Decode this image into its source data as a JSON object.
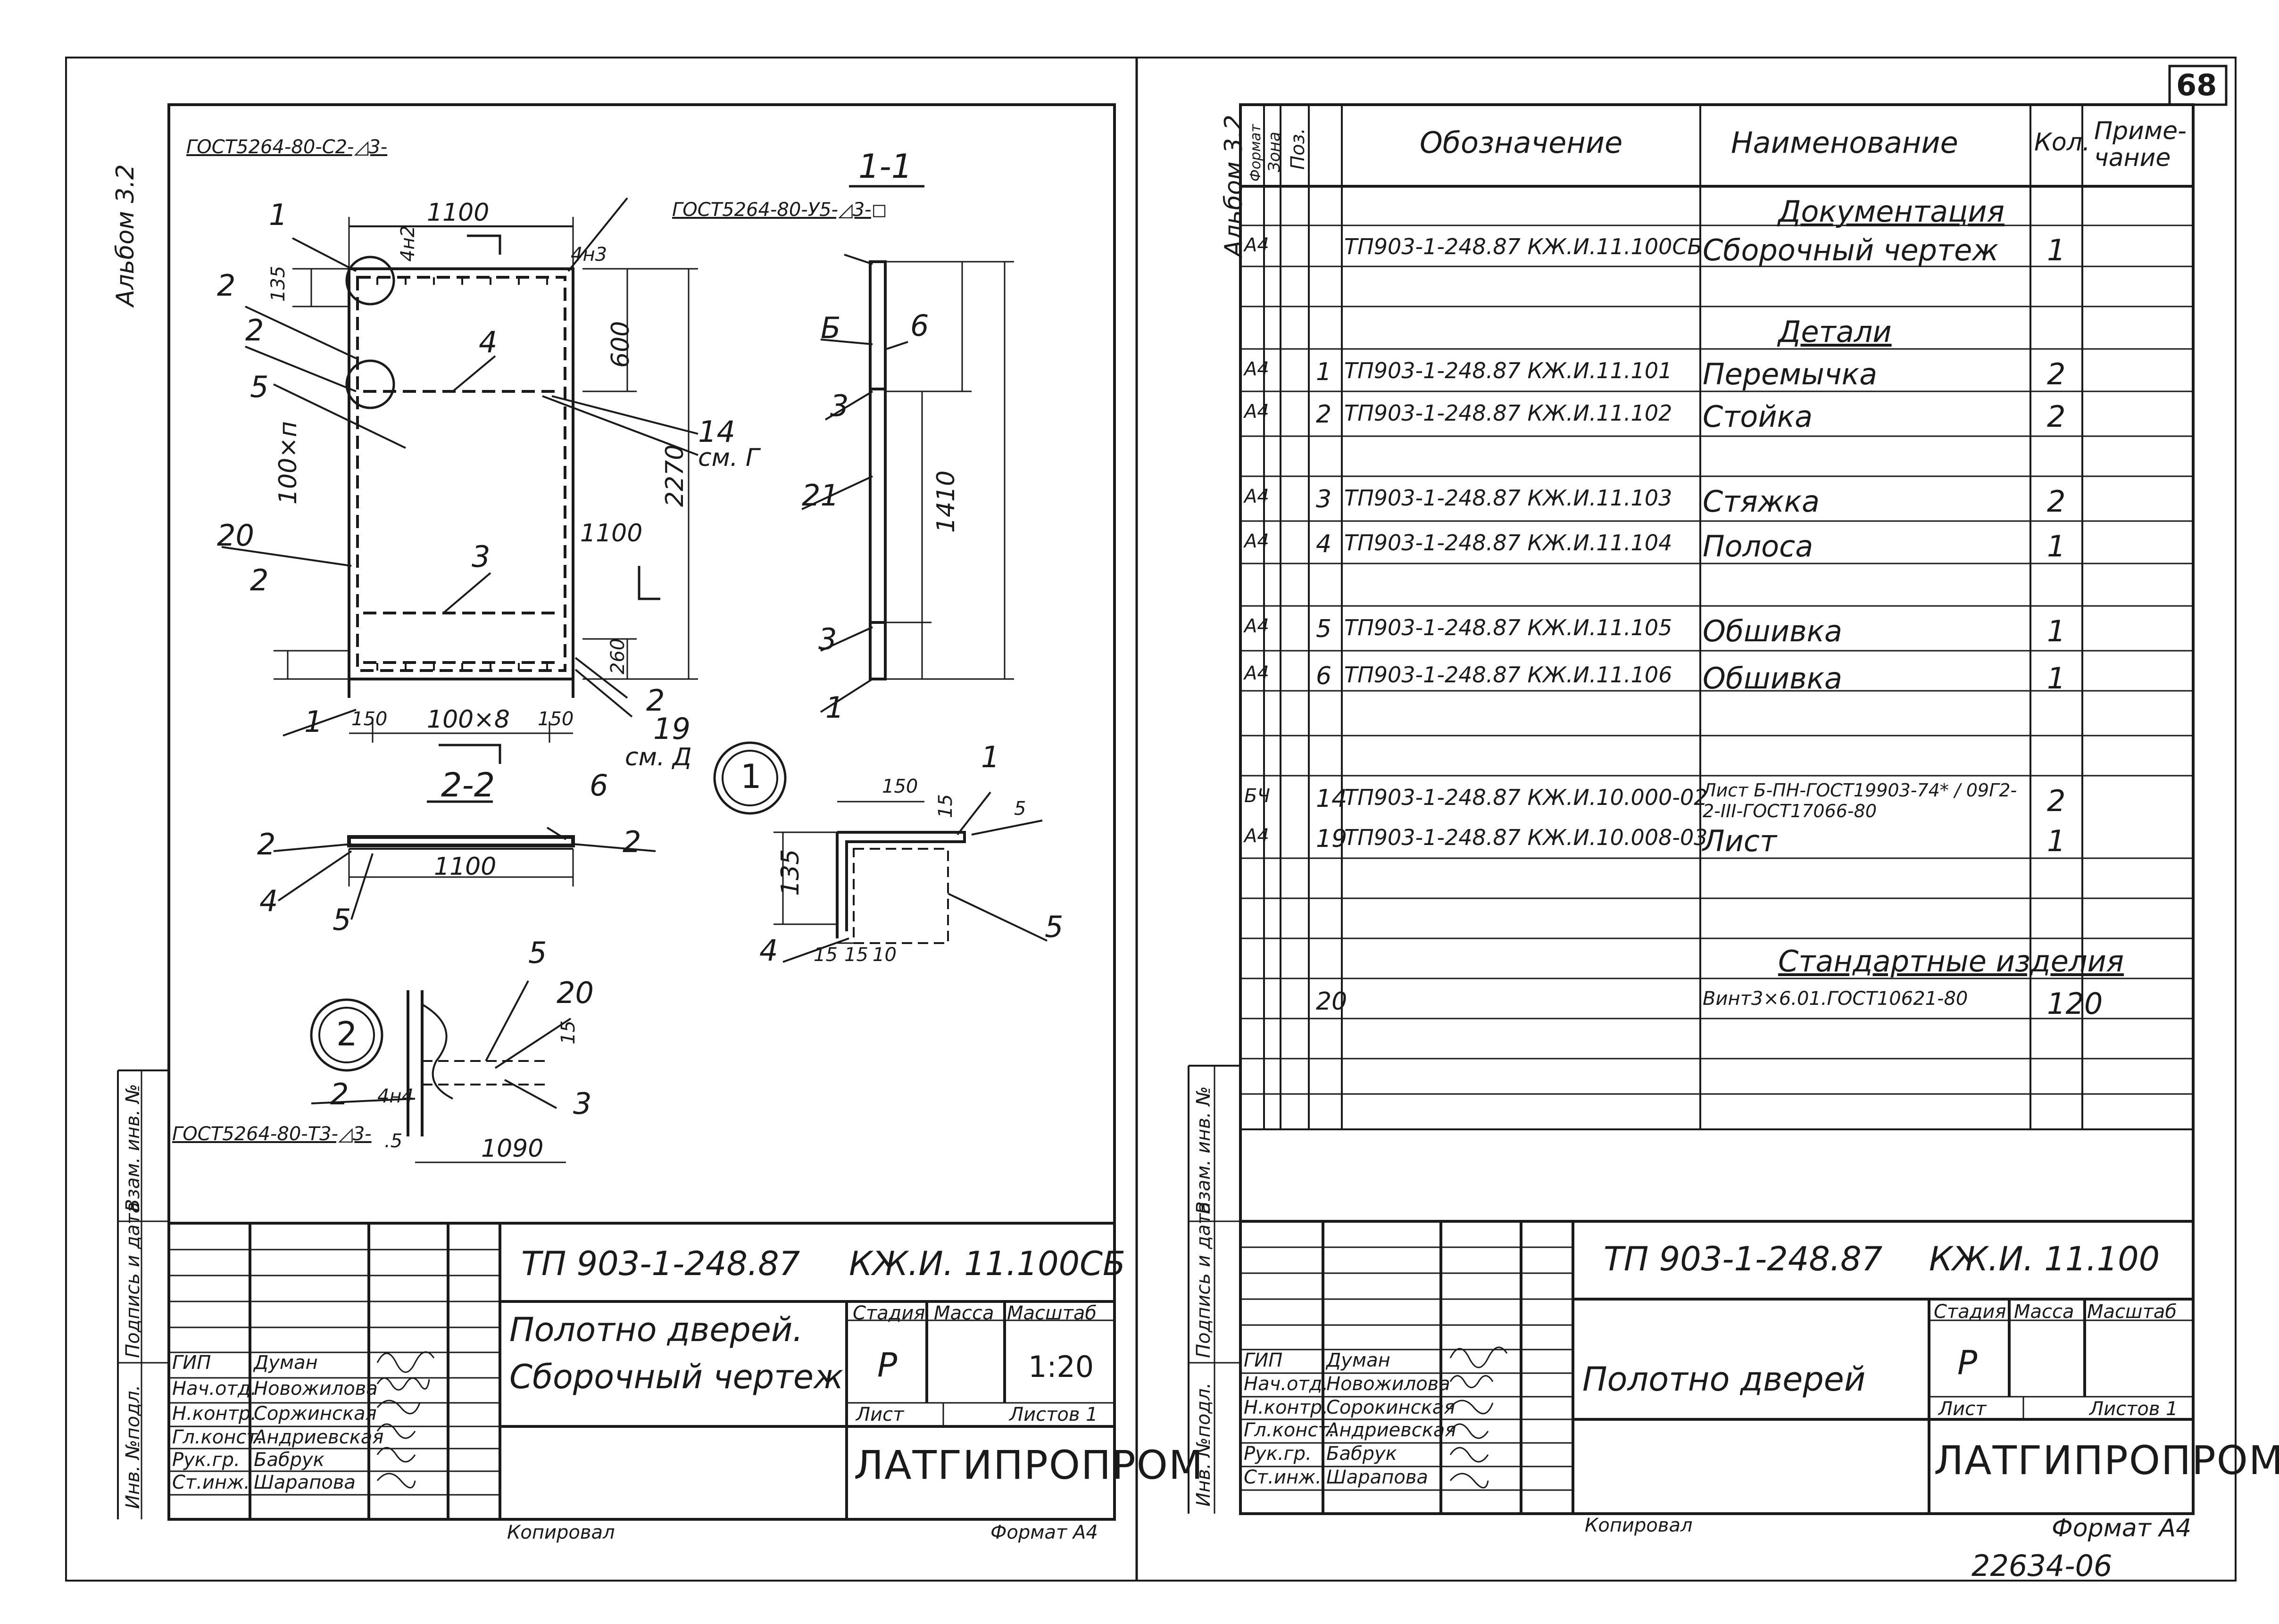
{
  "page_number": "68",
  "archive_number": "22634-06",
  "album_label": "Альбом 3.2",
  "left_sheet": {
    "gost_labels": [
      "ГОСТ5264-80-С2-◿3-",
      "ГОСТ5264-80-У5-◿3-◻",
      "ГОСТ5264-80-Т3-◿3-"
    ],
    "section_titles": [
      "1-1",
      "2-2"
    ],
    "detail_callouts": [
      "1",
      "2"
    ],
    "dims": [
      "1100",
      "4н2",
      "4н3",
      "600",
      "2270",
      "100×п",
      "135",
      "260",
      "150",
      "100×8",
      "150",
      "1410",
      "1100",
      "150",
      "15",
      "135",
      "15",
      "15",
      "10",
      "1090",
      "5",
      "15",
      ".5",
      "4н4"
    ],
    "pos_marks": [
      "1",
      "2",
      "2",
      "5",
      "4",
      "14",
      "см. Г",
      "20",
      "2",
      "3",
      "1",
      "2",
      "19",
      "см. Д",
      "6",
      "Б",
      "3",
      "21",
      "3",
      "1",
      "2",
      "2",
      "4",
      "5",
      "6",
      "1",
      "4",
      "5",
      "5",
      "20",
      "3",
      "2"
    ],
    "side_labels": [
      "Инв. №подл.",
      "Подпись и дата",
      "Взам. инв. №"
    ],
    "stamp": {
      "designation": "ТП 903-1-248.87",
      "code": "КЖ.И. 11.100СБ",
      "title_line1": "Полотно дверей.",
      "title_line2": "Сборочный чертеж",
      "stage_header": "Стадия",
      "mass_header": "Масса",
      "scale_header": "Масштаб",
      "stage": "Р",
      "scale": "1:20",
      "sheet_label": "Лист",
      "sheets_label": "Листов 1",
      "org": "ЛАТГИПРОПРОМ",
      "roles": [
        "ГИП",
        "Нач.отд.",
        "Н.контр.",
        "Гл.конст.",
        "Рук.гр.",
        "Ст.инж."
      ],
      "names": [
        "Думан",
        "Новожилова",
        "Соржинская",
        "Андриевская",
        "Бабрук",
        "Шарапова"
      ]
    },
    "copied": "Копировал",
    "format": "Формат А4"
  },
  "right_sheet": {
    "headers": {
      "format": "Формат",
      "zone": "Зона",
      "pos": "Поз.",
      "designation": "Обозначение",
      "name": "Наименование",
      "qty": "Кол.",
      "note": "Приме-чание"
    },
    "rows": [
      {
        "format": "",
        "pos": "",
        "code": "",
        "name": "Документация",
        "qty": "",
        "section": true
      },
      {
        "format": "А4",
        "pos": "",
        "code": "ТП903-1-248.87       КЖ.И.11.100СБ",
        "name": "Сборочный чертеж",
        "qty": "1"
      },
      {
        "format": "",
        "pos": "",
        "code": "",
        "name": "Детали",
        "qty": "",
        "section": true
      },
      {
        "format": "А4",
        "pos": "1",
        "code": "ТП903-1-248.87       КЖ.И.11.101",
        "name": "Перемычка",
        "qty": "2"
      },
      {
        "format": "А4",
        "pos": "2",
        "code": "ТП903-1-248.87       КЖ.И.11.102",
        "name": "Стойка",
        "qty": "2"
      },
      {
        "format": "А4",
        "pos": "3",
        "code": "ТП903-1-248.87       КЖ.И.11.103",
        "name": "Стяжка",
        "qty": "2"
      },
      {
        "format": "А4",
        "pos": "4",
        "code": "ТП903-1-248.87       КЖ.И.11.104",
        "name": "Полоса",
        "qty": "1"
      },
      {
        "format": "А4",
        "pos": "5",
        "code": "ТП903-1-248.87       КЖ.И.11.105",
        "name": "Обшивка",
        "qty": "1"
      },
      {
        "format": "А4",
        "pos": "6",
        "code": "ТП903-1-248.87       КЖ.И.11.106",
        "name": "Обшивка",
        "qty": "1"
      },
      {
        "format": "БЧ",
        "pos": "14",
        "code": "ТП903-1-248.87 КЖ.И.10.000-02",
        "name": "Лист Б-ПН-ГОСТ19903-74* / 09Г2-2-III-ГОСТ17066-80",
        "qty": "2"
      },
      {
        "format": "А4",
        "pos": "19",
        "code": "ТП903-1-248.87 КЖ.И.10.008-03",
        "name": "Лист",
        "qty": "1"
      },
      {
        "format": "",
        "pos": "",
        "code": "",
        "name": "Стандартные изделия",
        "qty": "",
        "section": true
      },
      {
        "format": "",
        "pos": "20",
        "code": "",
        "name": "Винт3×6.01.ГОСТ10621-80",
        "qty": "120"
      }
    ],
    "side_labels": [
      "Инв. №подл.",
      "Подпись и дата",
      "Взам. инв. №"
    ],
    "stamp": {
      "designation": "ТП 903-1-248.87",
      "code": "КЖ.И. 11.100",
      "title": "Полотно дверей",
      "stage_header": "Стадия",
      "mass_header": "Масса",
      "scale_header": "Масштаб",
      "stage": "Р",
      "sheet_label": "Лист",
      "sheets_label": "Листов 1",
      "org": "ЛАТГИПРОПРОМ",
      "roles": [
        "ГИП",
        "Нач.отд.",
        "Н.контр.",
        "Гл.конст.",
        "Рук.гр.",
        "Ст.инж."
      ],
      "names": [
        "Думан",
        "Новожилова",
        "Сорокинская",
        "Андриевская",
        "Бабрук",
        "Шарапова"
      ]
    },
    "copied": "Копировал",
    "format": "Формат А4"
  }
}
